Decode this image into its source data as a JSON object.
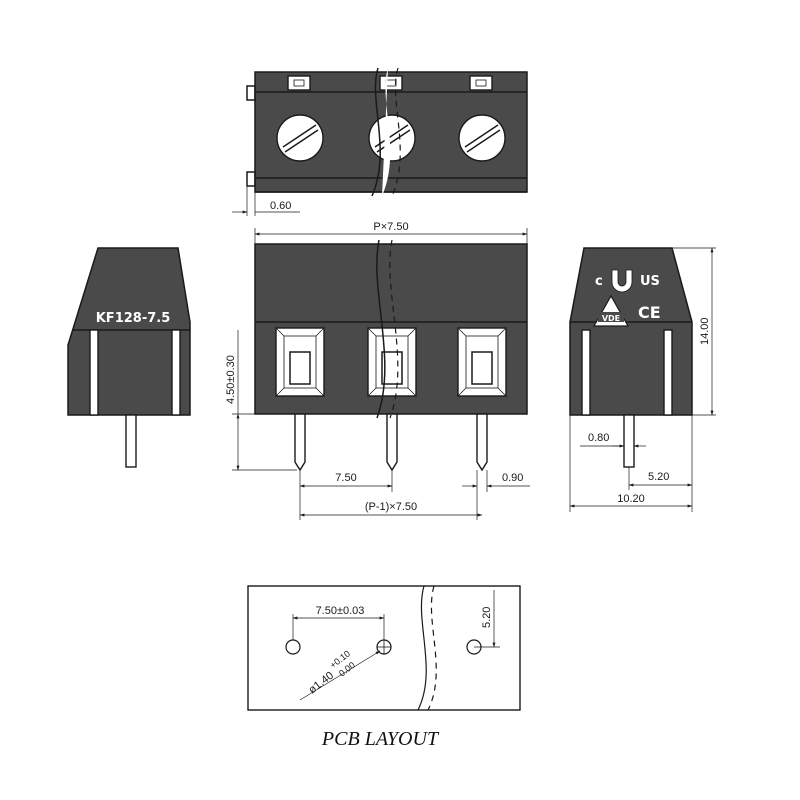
{
  "model_label": "KF128-7.5",
  "cert_labels": {
    "c": "c",
    "us": "US",
    "vde": "VDE",
    "ce": "CE"
  },
  "dimensions": {
    "pin_offset": "0.60",
    "total_width": "P×7.50",
    "pin_length": "4.50±0.30",
    "pitch": "7.50",
    "pin_width": "0.90",
    "pitch_total": "(P-1)×7.50",
    "height": "14.00",
    "pin_thickness": "0.80",
    "pin_to_back": "5.20",
    "depth": "10.20"
  },
  "pcb_layout": {
    "title": "PCB LAYOUT",
    "pitch": "7.50±0.03",
    "row_offset": "5.20",
    "hole_diameter": "ø1.40",
    "tol_plus": "+0.10",
    "tol_minus": "0.00"
  }
}
